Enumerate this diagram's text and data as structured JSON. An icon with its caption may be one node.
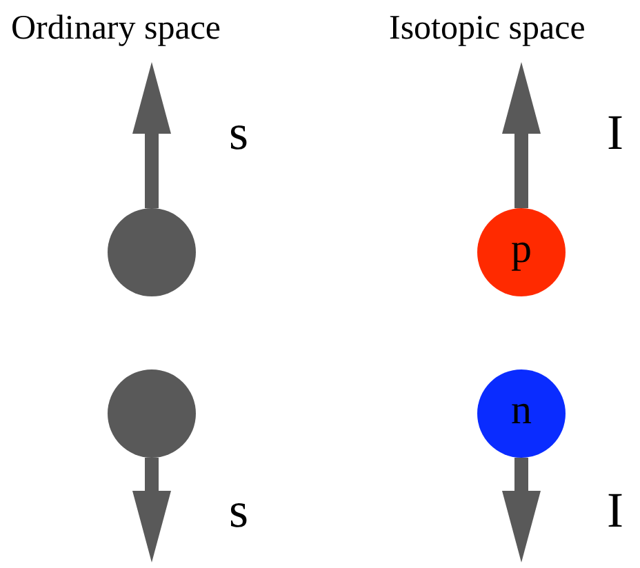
{
  "diagram": {
    "nodes": [
      {
        "text": [],
        "shape": "circle"
      },
      {
        "text": [
          "p"
        ]
      },
      {
        "text": [],
        "shape": "circle"
      },
      {
        "text": [
          "n"
        ]
      }
    ],
    "edges": [
      {
        "from": 0,
        "to": null,
        "arrow": "to"
      },
      {
        "from": 1,
        "to": null,
        "arrow": "to"
      },
      {
        "from": 2,
        "to": null,
        "arrow": "to"
      },
      {
        "from": 3,
        "to": null,
        "arrow": "to"
      }
    ],
    "labels": [
      "Ordinary space",
      "Isotopic space",
      "s",
      "I",
      "s",
      "I"
    ]
  }
}
